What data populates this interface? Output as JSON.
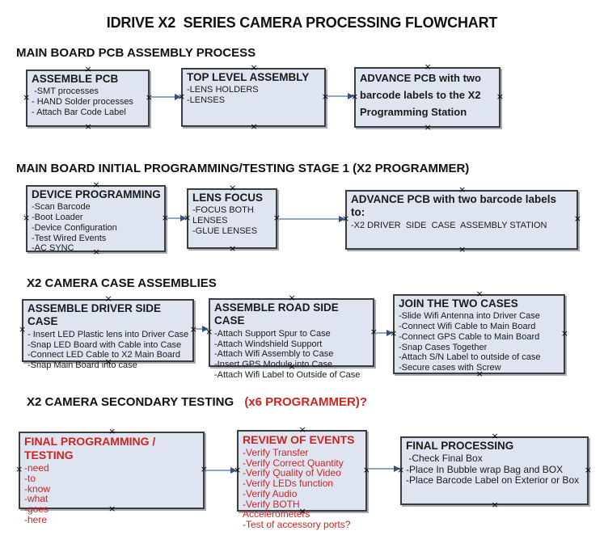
{
  "title": "IDRIVE X2  SERIES CAMERA PROCESSING FLOWCHART",
  "colors": {
    "box_fill": "#dee5f1",
    "box_border": "#3d3d3d",
    "arrow_line": "#8ea6c8",
    "arrow_head": "#35517f",
    "red_text": "#cf2321",
    "black_text": "#1a1a1a"
  },
  "sections": [
    {
      "heading": "MAIN BOARD PCB ASSEMBLY PROCESS",
      "boxes": [
        {
          "title": "ASSEMBLE PCB",
          "items": [
            " -SMT processes",
            "- HAND Solder processes",
            "- Attach Bar Code Label"
          ]
        },
        {
          "title": "TOP LEVEL ASSEMBLY",
          "items": [
            "-LENS HOLDERS",
            "-LENSES"
          ]
        },
        {
          "title": "ADVANCE PCB with two barcode labels to the X2 Programming Station",
          "items": []
        }
      ]
    },
    {
      "heading": "MAIN BOARD INITIAL PROGRAMMING/TESTING STAGE 1 (X2 PROGRAMMER)",
      "boxes": [
        {
          "title": "DEVICE PROGRAMMING",
          "items": [
            "-Scan Barcode",
            "-Boot Loader",
            "-Device Configuration",
            "-Test Wired Events",
            "-AC SYNC"
          ]
        },
        {
          "title": "LENS FOCUS",
          "items": [
            "-FOCUS BOTH LENSES",
            "-GLUE LENSES"
          ]
        },
        {
          "title": "ADVANCE PCB with two barcode labels to:",
          "items": [
            "-X2 DRIVER  SIDE  CASE  ASSEMBLY STATION"
          ]
        }
      ]
    },
    {
      "heading": "X2 CAMERA CASE ASSEMBLIES",
      "boxes": [
        {
          "title": "ASSEMBLE DRIVER SIDE CASE",
          "items": [
            "- Insert LED Plastic lens into Driver Case",
            "-Snap LED Board with Cable into Case",
            "-Connect LED Cable to X2 Main Board",
            "-Snap Main Board into case"
          ]
        },
        {
          "title": "ASSEMBLE ROAD SIDE CASE",
          "items": [
            "-Attach Support Spur to Case",
            "-Attach Windshield Support",
            "-Attach Wifi Assembly to Case",
            "-Insert GPS Module into Case",
            "-Attach Wifi Label to Outside of Case"
          ]
        },
        {
          "title": "JOIN THE TWO CASES",
          "items": [
            "-Slide Wifi Antenna into Driver Case",
            "-Connect Wifi Cable to Main Board",
            "-Connect GPS Cable to Main Board",
            "-Snap Cases Together",
            "-Attach S/N Label to outside of case",
            "-Secure cases with Screw"
          ]
        }
      ]
    },
    {
      "heading": "X2 CAMERA SECONDARY TESTING ",
      "heading_suffix": "(x6 PROGRAMMER)?",
      "boxes": [
        {
          "title": "FINAL PROGRAMMING / TESTING",
          "items": [
            "-need",
            "-to",
            "-know",
            "-what",
            "-goes",
            "-here"
          ]
        },
        {
          "title": "REVIEW OF EVENTS",
          "items": [
            "-Verify Transfer",
            "-Verify Correct Quantity",
            "-Verify Quality of Video",
            "-Verify LEDs function",
            "-Verify Audio",
            "-Verify BOTH Accelerometers",
            "-Test of accessory ports?"
          ]
        },
        {
          "title": "FINAL PROCESSING",
          "items": [
            " -Check Final Box",
            "-Place In Bubble wrap Bag and BOX",
            "-Place Barcode Label on Exterior or Box"
          ]
        }
      ]
    }
  ]
}
